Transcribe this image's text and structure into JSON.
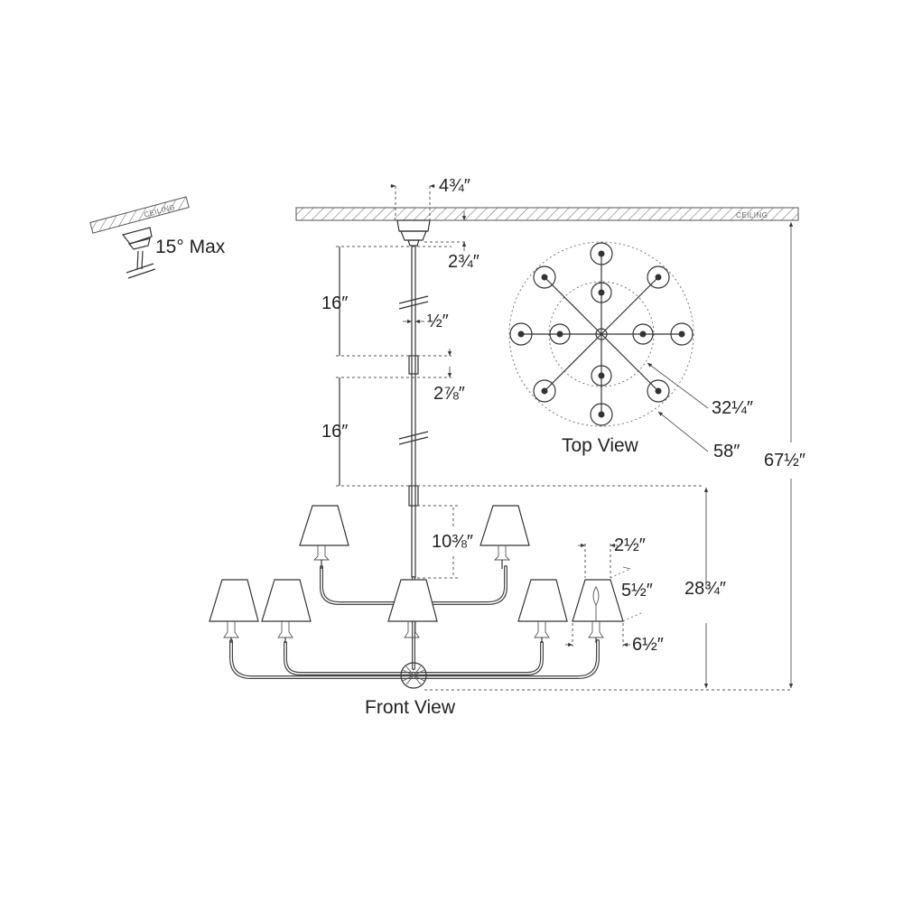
{
  "ceiling_label": "CEILING",
  "slope_label": "15° Max",
  "dimensions": {
    "canopy_width": "4¾″",
    "canopy_height": "2¾″",
    "stem_length_upper": "16″",
    "stem_length_lower": "16″",
    "stem_diameter": "½″",
    "coupler_height": "2⅞″",
    "body_to_top_arm": "10⅜″",
    "shade_top": "2½″",
    "shade_height": "5½″",
    "shade_bottom": "6½″",
    "body_height": "28¾″",
    "overall_height": "67½″",
    "inner_diameter": "32¼″",
    "outer_diameter": "58″"
  },
  "views": {
    "top": "Top View",
    "front": "Front View"
  },
  "colors": {
    "line": "#333333",
    "dash": "#555555",
    "background": "#ffffff"
  }
}
